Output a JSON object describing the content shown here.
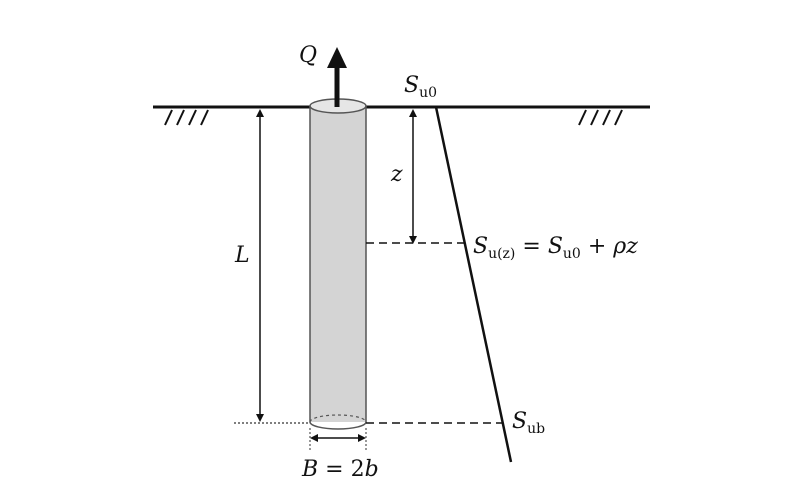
{
  "labels": {
    "load": "Q",
    "surface_strength": {
      "main": "S",
      "sub": "u0"
    },
    "depth": "z",
    "length": "L",
    "strength_profile": {
      "s1": "S",
      "sub1": "u(z)",
      "equals": " = ",
      "s2": "S",
      "sub2": "u0",
      "plus": " + ",
      "rho": "ρz"
    },
    "base_strength": {
      "main": "S",
      "sub": "ub"
    },
    "width": {
      "B": "B",
      "eq": " = 2",
      "b": "b"
    }
  },
  "colors": {
    "line": "#111111",
    "pile_fill": "#d4d4d4",
    "pile_stroke": "#555555",
    "arrow": "#111111"
  }
}
